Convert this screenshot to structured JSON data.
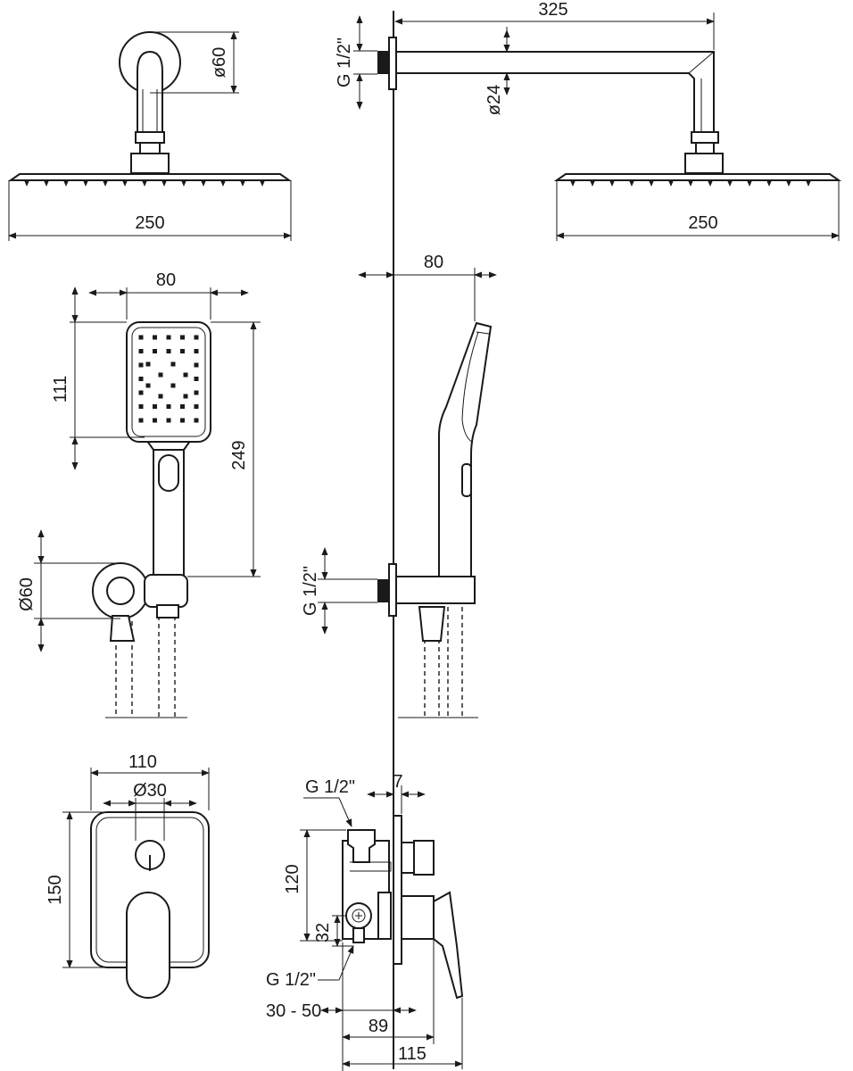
{
  "dimensions": {
    "shower_arm_length": "325",
    "ceiling_flange_diameter": "ø60",
    "shower_arm_connection": "G 1/2\"",
    "shower_arm_tube_diameter": "ø24",
    "head_shower_width_front": "250",
    "head_shower_width_side": "250",
    "hand_shower_width": "80",
    "hand_shower_depth": "80",
    "hand_shower_head_length": "111",
    "hand_shower_total_length": "249",
    "wall_outlet_diameter": "Ø60",
    "wall_outlet_connection": "G 1/2\"",
    "mixer_plate_width": "110",
    "diverter_knob_diameter": "Ø30",
    "mixer_plate_height": "150",
    "mixer_inlet_top": "G 1/2\"",
    "mixer_plate_offset": "7",
    "mixer_body_height": "120",
    "mixer_inlet_spacing": "32",
    "mixer_inlet_bottom": "G 1/2\"",
    "mounting_depth_range": "30 - 50",
    "mixer_body_depth": "89",
    "mixer_total_depth": "115"
  }
}
